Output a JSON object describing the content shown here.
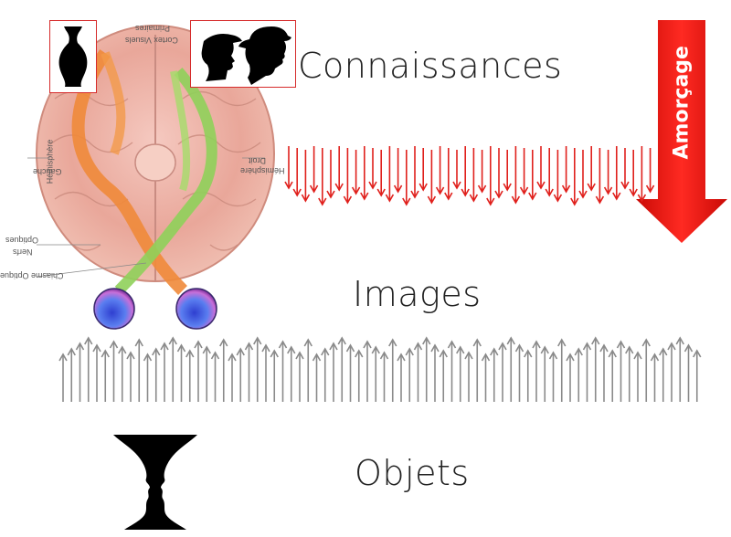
{
  "labels": {
    "knowledge": "Connaissances",
    "images": "Images",
    "objects": "Objets",
    "priming": "Amorçage"
  },
  "brain_labels": {
    "visual_cortex": "Cortex Visuels",
    "primary": "Primaires",
    "left_hemisphere_1": "Hémisphère",
    "left_hemisphere_2": "Gauche",
    "right_hemisphere_1": "Hémisphère",
    "right_hemisphere_2": "Droit",
    "optic_nerves_1": "Nerfs",
    "optic_nerves_2": "Optiques",
    "optic_chiasm": "Chiasme Optique"
  },
  "icons": {
    "vase": "vase-silhouette-icon",
    "faces": "two-faces-silhouette-icon",
    "rubin": "rubin-vase-icon"
  },
  "colors": {
    "down_arrows": "#e0201c",
    "up_arrows": "#8a8a8a",
    "priming_arrow": "#e8150f",
    "thumb_border": "#d62b2b"
  }
}
